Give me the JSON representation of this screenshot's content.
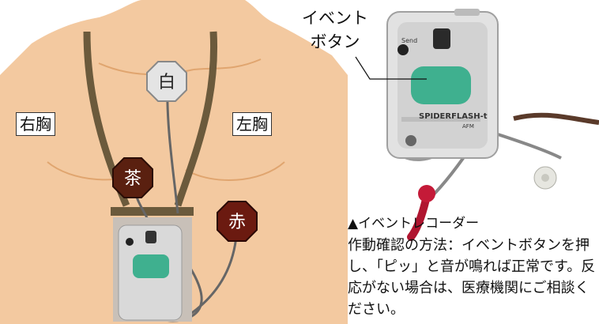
{
  "labels": {
    "right_chest": "右胸",
    "left_chest": "左胸",
    "white": "白",
    "brown": "茶",
    "red": "赤"
  },
  "callout": {
    "line1": "イベント",
    "line2": "ボタン"
  },
  "device": {
    "button_label": "Send",
    "brand": "SPIDERFLASH-t",
    "model": "AFM"
  },
  "caption": {
    "heading": "▲イベントレコーダー",
    "body": "作動確認の方法：イベントボタンを押し、「ピッ」と音が鳴れば正常です。反応がない場合は、医療機関にご相談ください。"
  },
  "colors": {
    "skin": "#f3c9a0",
    "strap": "#6b5a3c",
    "electrode_white": "#e4e4e4",
    "electrode_brown": "#5a2010",
    "electrode_red": "#6b1a10",
    "device_button": "#3fb08f"
  }
}
